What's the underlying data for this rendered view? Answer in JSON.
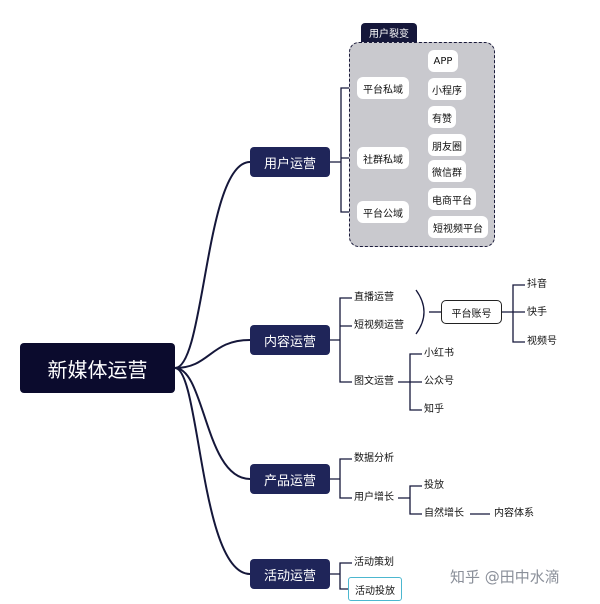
{
  "root": "新媒体运营",
  "branches": {
    "user_ops": "用户运营",
    "content_ops": "内容运营",
    "product_ops": "产品运营",
    "activity_ops": "活动运营"
  },
  "user_fission": {
    "title": "用户裂变",
    "platform_private": "平台私域",
    "app": "APP",
    "mini_program": "小程序",
    "youzan": "有赞",
    "community_private": "社群私域",
    "moments": "朋友圈",
    "wechat_group": "微信群",
    "platform_public": "平台公域",
    "ecommerce": "电商平台",
    "short_video_platform": "短视频平台"
  },
  "content": {
    "live": "直播运营",
    "short_video": "短视频运营",
    "platform_account": "平台账号",
    "douyin": "抖音",
    "kuaishou": "快手",
    "channels": "视频号",
    "graphic": "图文运营",
    "xiaohongshu": "小红书",
    "official_account": "公众号",
    "zhihu": "知乎"
  },
  "product": {
    "data_analysis": "数据分析",
    "user_growth": "用户增长",
    "ads": "投放",
    "organic_growth": "自然增长",
    "content_system": "内容体系"
  },
  "activity": {
    "planning": "活动策划",
    "placement": "活动投放"
  },
  "watermark": "知乎 @田中水滴",
  "colors": {
    "root": "#0b0b2d",
    "branch": "#1f2559",
    "group_bg": "#c9c9ce",
    "highlight": "#4cb7cf"
  }
}
